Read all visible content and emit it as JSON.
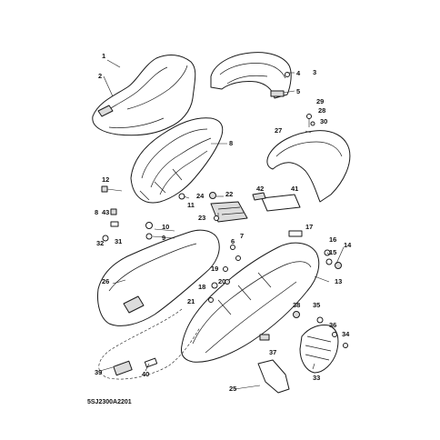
{
  "diagram": {
    "part_code": "5SJ2300A2201",
    "callouts": [
      "1",
      "2",
      "3",
      "4",
      "5",
      "6",
      "7",
      "8",
      "8",
      "9",
      "10",
      "11",
      "12",
      "13",
      "14",
      "15",
      "16",
      "17",
      "18",
      "19",
      "20",
      "21",
      "22",
      "23",
      "24",
      "25",
      "26",
      "27",
      "28",
      "29",
      "30",
      "31",
      "32",
      "33",
      "34",
      "35",
      "36",
      "37",
      "38",
      "39",
      "40",
      "41",
      "42",
      "43"
    ]
  },
  "colors": {
    "line": "#1a1a1a",
    "shade": "#dcdcdc",
    "background": "#ffffff"
  }
}
